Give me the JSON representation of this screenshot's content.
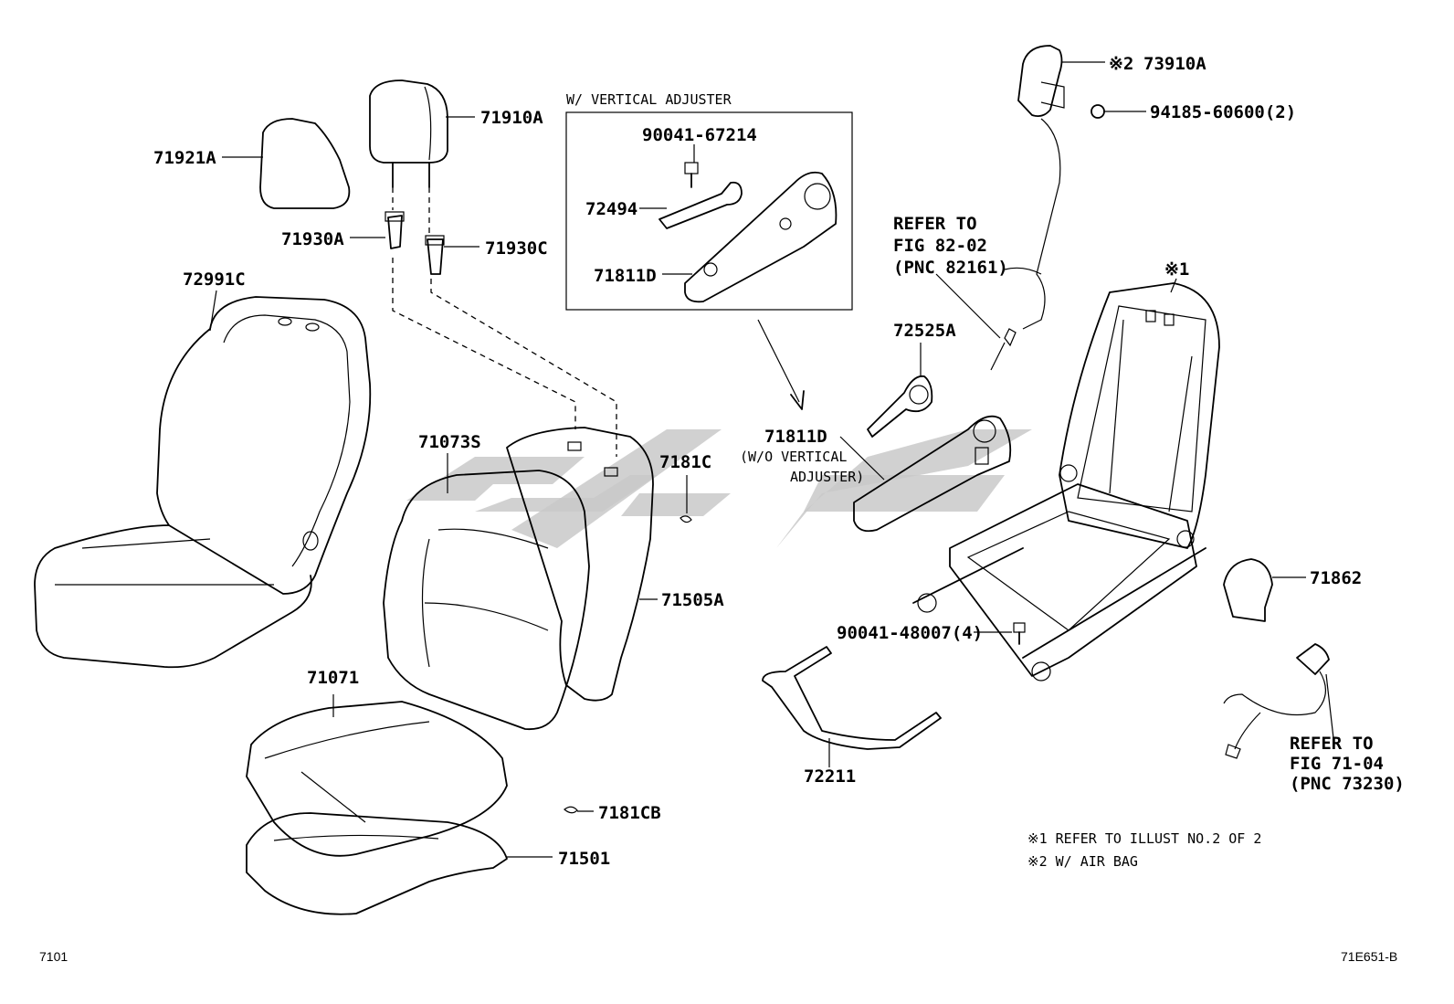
{
  "inset_title": "W/ VERTICAL ADJUSTER",
  "labels": {
    "p71921A": "71921A",
    "p71910A": "71910A",
    "p71930A": "71930A",
    "p71930C": "71930C",
    "p72991C": "72991C",
    "p71073S": "71073S",
    "p7181C": "7181C",
    "p71505A": "71505A",
    "p71071": "71071",
    "p7181CB": "7181CB",
    "p71501": "71501",
    "p90041_67214": "90041-67214",
    "p72494": "72494",
    "p71811D_in": "71811D",
    "p71811D": "71811D",
    "p71811D_note1": "(W/O VERTICAL",
    "p71811D_note2": "ADJUSTER)",
    "p72525A": "72525A",
    "p73910A_mark": "※2",
    "p73910A": "73910A",
    "p94185": "94185-60600(2)",
    "ref1_l1": "REFER TO",
    "ref1_l2": "FIG 82-02",
    "ref1_l3": "(PNC 82161)",
    "mark1": "※1",
    "p71862": "71862",
    "p90041_48007": "90041-48007(4)",
    "p72211": "72211",
    "ref2_l1": "REFER TO",
    "ref2_l2": "FIG 71-04",
    "ref2_l3": "(PNC 73230)"
  },
  "notes": [
    "※1 REFER TO ILLUST NO.2 OF 2",
    "※2 W/ AIR BAG"
  ],
  "footer": {
    "left": "7101",
    "right": "71E651-B"
  }
}
